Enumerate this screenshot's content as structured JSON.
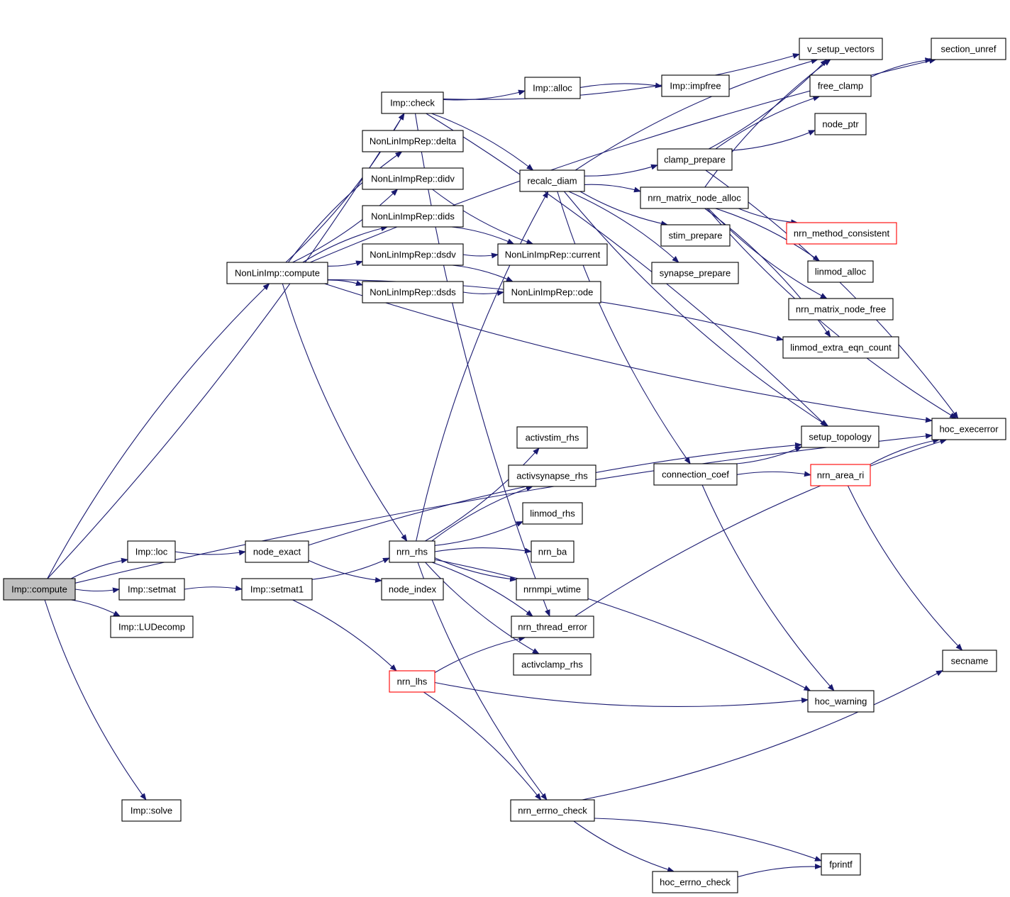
{
  "colors": {
    "edge": "#191970",
    "node_border": "#000000",
    "node_border_highlight": "#ff0000",
    "root_fill": "#bfbfbf",
    "node_fill": "#ffffff"
  },
  "nodes": [
    {
      "id": "imp_compute",
      "label": "Imp::compute",
      "style": "root"
    },
    {
      "id": "imp_loc",
      "label": "Imp::loc"
    },
    {
      "id": "imp_setmat",
      "label": "Imp::setmat"
    },
    {
      "id": "imp_ludecomp",
      "label": "Imp::LUDecomp"
    },
    {
      "id": "imp_solve",
      "label": "Imp::solve"
    },
    {
      "id": "nonlinimp_compute",
      "label": "NonLinImp::compute"
    },
    {
      "id": "imp_check",
      "label": "Imp::check"
    },
    {
      "id": "nlir_delta",
      "label": "NonLinImpRep::delta"
    },
    {
      "id": "nlir_didv",
      "label": "NonLinImpRep::didv"
    },
    {
      "id": "nlir_dids",
      "label": "NonLinImpRep::dids"
    },
    {
      "id": "nlir_dsdv",
      "label": "NonLinImpRep::dsdv"
    },
    {
      "id": "nlir_dsds",
      "label": "NonLinImpRep::dsds"
    },
    {
      "id": "node_exact",
      "label": "node_exact"
    },
    {
      "id": "imp_setmat1",
      "label": "Imp::setmat1"
    },
    {
      "id": "nrn_rhs",
      "label": "nrn_rhs"
    },
    {
      "id": "node_index",
      "label": "node_index"
    },
    {
      "id": "nrn_lhs",
      "label": "nrn_lhs",
      "style": "red"
    },
    {
      "id": "imp_alloc",
      "label": "Imp::alloc"
    },
    {
      "id": "imp_impfree",
      "label": "Imp::impfree"
    },
    {
      "id": "recalc_diam",
      "label": "recalc_diam"
    },
    {
      "id": "nlir_current",
      "label": "NonLinImpRep::current"
    },
    {
      "id": "nlir_ode",
      "label": "NonLinImpRep::ode"
    },
    {
      "id": "activstim_rhs",
      "label": "activstim_rhs"
    },
    {
      "id": "activsynapse_rhs",
      "label": "activsynapse_rhs"
    },
    {
      "id": "linmod_rhs",
      "label": "linmod_rhs"
    },
    {
      "id": "nrn_ba",
      "label": "nrn_ba"
    },
    {
      "id": "nrnmpi_wtime",
      "label": "nrnmpi_wtime"
    },
    {
      "id": "nrn_thread_error",
      "label": "nrn_thread_error"
    },
    {
      "id": "activclamp_rhs",
      "label": "activclamp_rhs"
    },
    {
      "id": "nrn_errno_check",
      "label": "nrn_errno_check"
    },
    {
      "id": "hoc_errno_check",
      "label": "hoc_errno_check"
    },
    {
      "id": "clamp_prepare",
      "label": "clamp_prepare"
    },
    {
      "id": "nrn_matrix_node_alloc",
      "label": "nrn_matrix_node_alloc"
    },
    {
      "id": "stim_prepare",
      "label": "stim_prepare"
    },
    {
      "id": "synapse_prepare",
      "label": "synapse_prepare"
    },
    {
      "id": "connection_coef",
      "label": "connection_coef"
    },
    {
      "id": "v_setup_vectors",
      "label": "v_setup_vectors"
    },
    {
      "id": "free_clamp",
      "label": "free_clamp"
    },
    {
      "id": "node_ptr",
      "label": "node_ptr"
    },
    {
      "id": "nrn_method_consistent",
      "label": "nrn_method_consistent",
      "style": "red"
    },
    {
      "id": "linmod_alloc",
      "label": "linmod_alloc"
    },
    {
      "id": "nrn_matrix_node_free",
      "label": "nrn_matrix_node_free"
    },
    {
      "id": "linmod_extra_eqn_count",
      "label": "linmod_extra_eqn_count"
    },
    {
      "id": "setup_topology",
      "label": "setup_topology"
    },
    {
      "id": "nrn_area_ri",
      "label": "nrn_area_ri",
      "style": "red"
    },
    {
      "id": "hoc_warning",
      "label": "hoc_warning"
    },
    {
      "id": "fprintf",
      "label": "fprintf"
    },
    {
      "id": "section_unref",
      "label": "section_unref"
    },
    {
      "id": "hoc_execerror",
      "label": "hoc_execerror"
    },
    {
      "id": "secname",
      "label": "secname"
    }
  ],
  "edges": [
    [
      "imp_compute",
      "imp_loc"
    ],
    [
      "imp_compute",
      "imp_setmat"
    ],
    [
      "imp_compute",
      "imp_ludecomp"
    ],
    [
      "imp_compute",
      "imp_solve"
    ],
    [
      "imp_compute",
      "nonlinimp_compute"
    ],
    [
      "imp_compute",
      "imp_check"
    ],
    [
      "imp_compute",
      "hoc_execerror"
    ],
    [
      "imp_loc",
      "node_exact"
    ],
    [
      "imp_setmat",
      "imp_setmat1"
    ],
    [
      "node_exact",
      "node_index"
    ],
    [
      "node_exact",
      "setup_topology"
    ],
    [
      "imp_setmat1",
      "nrn_rhs"
    ],
    [
      "imp_setmat1",
      "nrn_lhs"
    ],
    [
      "nonlinimp_compute",
      "imp_check"
    ],
    [
      "nonlinimp_compute",
      "nlir_delta"
    ],
    [
      "nonlinimp_compute",
      "nlir_didv"
    ],
    [
      "nonlinimp_compute",
      "nlir_dids"
    ],
    [
      "nonlinimp_compute",
      "nlir_dsdv"
    ],
    [
      "nonlinimp_compute",
      "nlir_dsds"
    ],
    [
      "nonlinimp_compute",
      "nrn_rhs"
    ],
    [
      "nonlinimp_compute",
      "linmod_extra_eqn_count"
    ],
    [
      "nonlinimp_compute",
      "hoc_execerror"
    ],
    [
      "nonlinimp_compute",
      "section_unref"
    ],
    [
      "imp_check",
      "imp_alloc"
    ],
    [
      "imp_check",
      "recalc_diam"
    ],
    [
      "imp_check",
      "v_setup_vectors"
    ],
    [
      "imp_check",
      "setup_topology"
    ],
    [
      "imp_check",
      "nrn_thread_error"
    ],
    [
      "imp_alloc",
      "imp_impfree"
    ],
    [
      "nlir_didv",
      "nlir_current"
    ],
    [
      "nlir_dids",
      "nlir_current"
    ],
    [
      "nlir_dsdv",
      "nlir_current"
    ],
    [
      "nlir_dsdv",
      "nlir_ode"
    ],
    [
      "nlir_dsds",
      "nlir_ode"
    ],
    [
      "nrn_rhs",
      "recalc_diam"
    ],
    [
      "nrn_rhs",
      "activstim_rhs"
    ],
    [
      "nrn_rhs",
      "activsynapse_rhs"
    ],
    [
      "nrn_rhs",
      "linmod_rhs"
    ],
    [
      "nrn_rhs",
      "nrn_ba"
    ],
    [
      "nrn_rhs",
      "nrnmpi_wtime"
    ],
    [
      "nrn_rhs",
      "nrn_thread_error"
    ],
    [
      "nrn_rhs",
      "activclamp_rhs"
    ],
    [
      "nrn_rhs",
      "hoc_warning"
    ],
    [
      "nrn_rhs",
      "nrn_errno_check"
    ],
    [
      "nrn_lhs",
      "nrn_thread_error"
    ],
    [
      "nrn_lhs",
      "hoc_warning"
    ],
    [
      "nrn_lhs",
      "nrn_errno_check"
    ],
    [
      "recalc_diam",
      "clamp_prepare"
    ],
    [
      "recalc_diam",
      "nrn_matrix_node_alloc"
    ],
    [
      "recalc_diam",
      "stim_prepare"
    ],
    [
      "recalc_diam",
      "synapse_prepare"
    ],
    [
      "recalc_diam",
      "connection_coef"
    ],
    [
      "recalc_diam",
      "v_setup_vectors"
    ],
    [
      "recalc_diam",
      "setup_topology"
    ],
    [
      "clamp_prepare",
      "free_clamp"
    ],
    [
      "clamp_prepare",
      "node_ptr"
    ],
    [
      "clamp_prepare",
      "hoc_execerror"
    ],
    [
      "clamp_prepare",
      "v_setup_vectors"
    ],
    [
      "nrn_matrix_node_alloc",
      "v_setup_vectors"
    ],
    [
      "nrn_matrix_node_alloc",
      "nrn_method_consistent"
    ],
    [
      "nrn_matrix_node_alloc",
      "linmod_alloc"
    ],
    [
      "nrn_matrix_node_alloc",
      "nrn_matrix_node_free"
    ],
    [
      "nrn_matrix_node_alloc",
      "linmod_extra_eqn_count"
    ],
    [
      "nrn_matrix_node_alloc",
      "hoc_execerror"
    ],
    [
      "free_clamp",
      "section_unref"
    ],
    [
      "connection_coef",
      "setup_topology"
    ],
    [
      "connection_coef",
      "nrn_area_ri"
    ],
    [
      "connection_coef",
      "hoc_warning"
    ],
    [
      "nrn_area_ri",
      "hoc_execerror"
    ],
    [
      "nrn_area_ri",
      "secname"
    ],
    [
      "nrn_thread_error",
      "hoc_execerror"
    ],
    [
      "nrn_errno_check",
      "hoc_errno_check"
    ],
    [
      "nrn_errno_check",
      "fprintf"
    ],
    [
      "nrn_errno_check",
      "secname"
    ],
    [
      "hoc_errno_check",
      "fprintf"
    ]
  ]
}
